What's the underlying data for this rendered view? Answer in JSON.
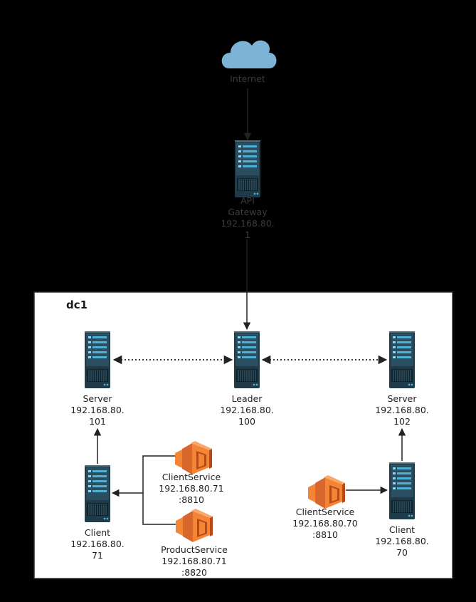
{
  "cloud": {
    "label": "Internet",
    "color": "#7cb3d6"
  },
  "gateway": {
    "lines": [
      "API",
      "Gateway",
      "192.168.80.",
      "1"
    ]
  },
  "datacenter": {
    "title": "dc1"
  },
  "servers": {
    "left": {
      "lines": [
        "Server",
        "192.168.80.",
        "101"
      ]
    },
    "leader": {
      "lines": [
        "Leader",
        "192.168.80.",
        "100"
      ]
    },
    "right": {
      "lines": [
        "Server",
        "192.168.80.",
        "102"
      ]
    }
  },
  "clients": {
    "left": {
      "lines": [
        "Client",
        "192.168.80.",
        "71"
      ]
    },
    "right": {
      "lines": [
        "Client",
        "192.168.80.",
        "70"
      ]
    }
  },
  "services": {
    "client71": {
      "lines": [
        "ClientService",
        "192.168.80.71",
        ":8810"
      ]
    },
    "product71": {
      "lines": [
        "ProductService",
        "192.168.80.71",
        ":8820"
      ]
    },
    "client70": {
      "lines": [
        "ClientService",
        "192.168.80.70",
        ":8810"
      ]
    }
  },
  "colors": {
    "server_body": "#1f3a48",
    "server_accent": "#4fb0d6",
    "service_orange": "#f58536",
    "service_dark": "#b5491a",
    "container_bg": "#ffffff",
    "container_border": "#333333"
  }
}
